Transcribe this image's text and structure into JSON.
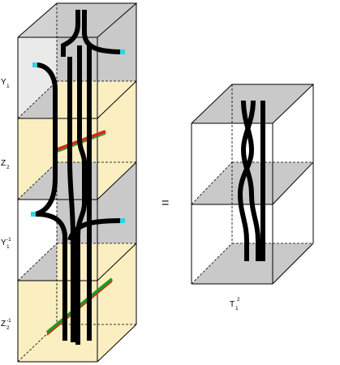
{
  "labels": {
    "y1": "Y",
    "y1_sub": "1",
    "z2": "Z",
    "z2_sub": "2",
    "y1_inv": "Y",
    "y1_inv_sub": "1",
    "y1_inv_sup": "-1",
    "z2_inv": "Z",
    "z2_inv_sub": "2",
    "z2_inv_sup": "-1",
    "equals": "=",
    "t1": "T",
    "t1_sub": "1",
    "t1_sup": "2"
  },
  "colors": {
    "gray_face": "#c9c9c9",
    "cream_face": "#fbeec1",
    "strand": "#000000",
    "endpoint": "#2fd3e3",
    "red_band": "#d42a1a",
    "green_band": "#1f9a1f"
  }
}
